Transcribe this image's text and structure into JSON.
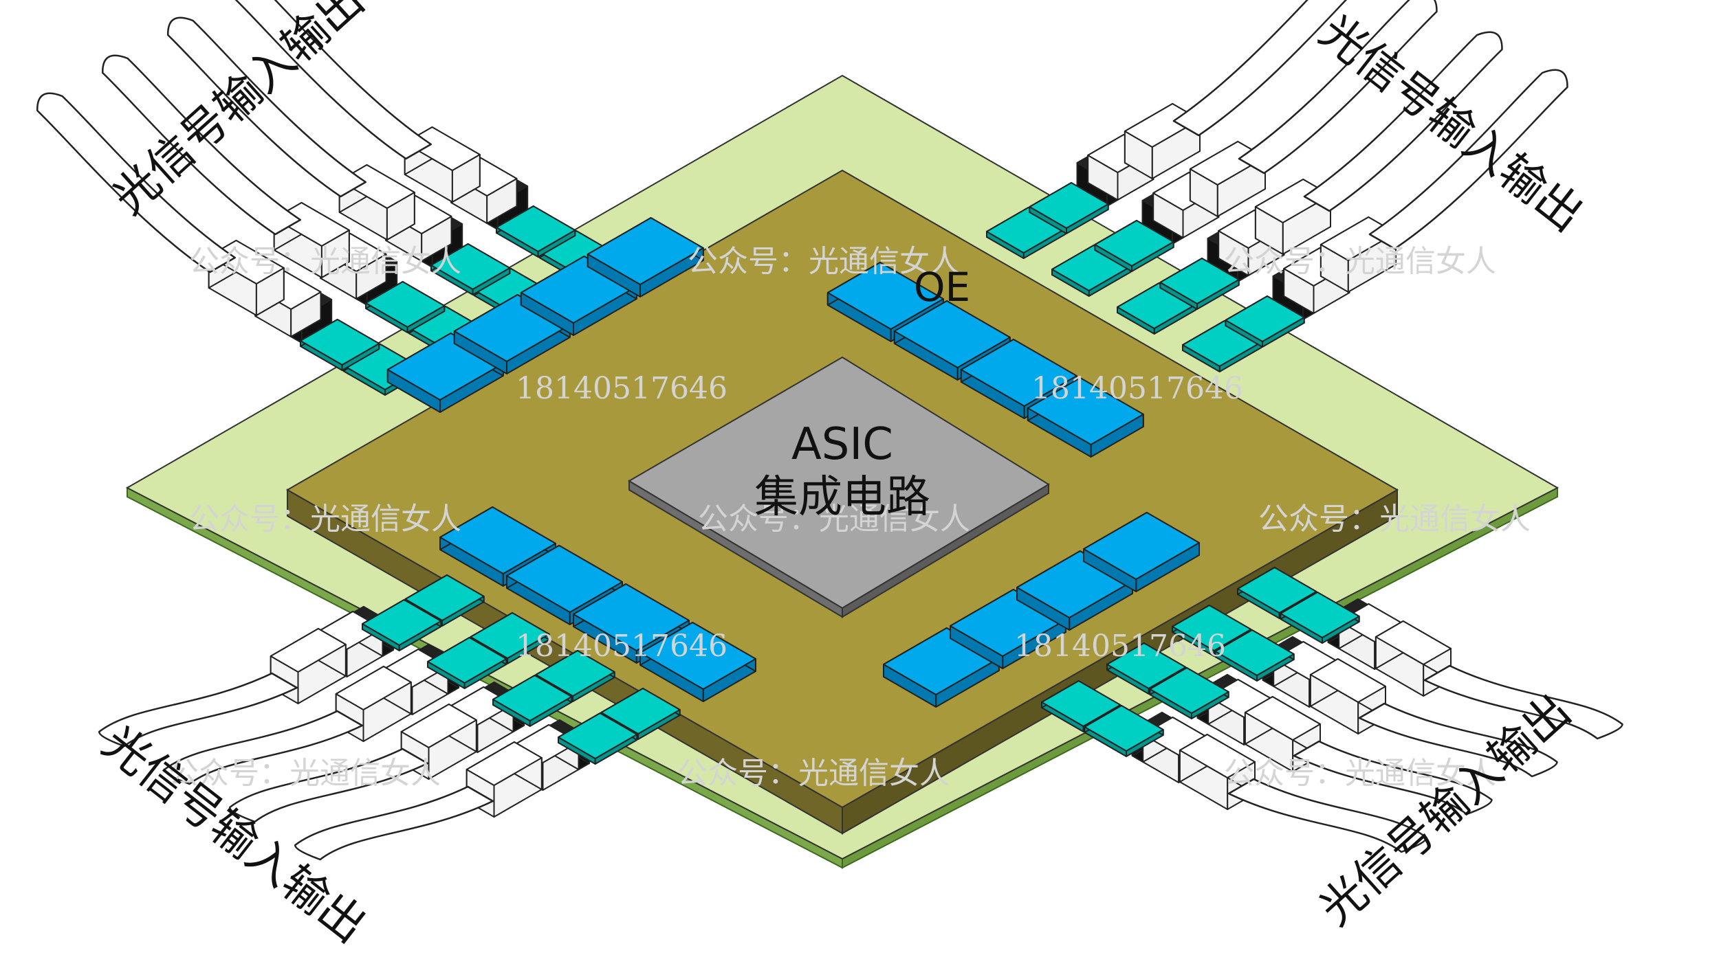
{
  "diagram": {
    "center_chip": {
      "line1": "ASIC",
      "line2": "集成电路"
    },
    "oe_label": "OE",
    "io_labels": {
      "top_left": "光信号输入输出",
      "top_right": "光信号输入输出",
      "bottom_left": "光信号输入输出",
      "bottom_right": "光信号输入输出"
    },
    "watermarks": {
      "brand": "公众号：光通信女人",
      "number": "18140517646"
    }
  },
  "colors": {
    "board": "#d6e8a8",
    "board_edge": "#7aa84a",
    "substrate": "#a89a3c",
    "substrate_side": "#6f6628",
    "asic": "#a6a6a6",
    "asic_side": "#6e6e6e",
    "oe": "#00a8ec",
    "oe_side": "#0078b0",
    "pad": "#00d0c4",
    "pad_side": "#00968e",
    "cable": "#ffffff",
    "connector_band": "#222222"
  }
}
